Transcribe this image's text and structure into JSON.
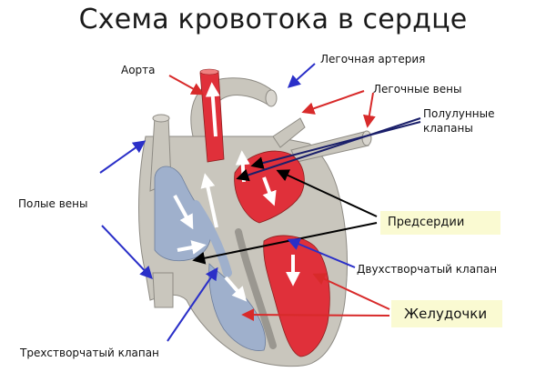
{
  "title": "Схема кровотока в сердце",
  "labels": {
    "aorta": "Аорта",
    "pulmonary_artery": "Легочная артерия",
    "pulmonary_veins": "Легочные вены",
    "semilunar_valves_line1": "Полулунные",
    "semilunar_valves_line2": "клапаны",
    "vena_cava": "Полые  вены",
    "atria": "Предсердии",
    "bicuspid_valve": "Двухстворчатый клапан",
    "ventricles": "Желудочки",
    "tricuspid_valve": "Трехстворчатый клапан"
  },
  "colors": {
    "arterial_red": "#e0303a",
    "venous_blue": "#9fb0cc",
    "tissue_gray": "#c9c6bd",
    "arrow_blue": "#2a2fc8",
    "arrow_red": "#d82a2a",
    "arrow_black": "#000000",
    "highlight_box": "#fafad2"
  },
  "icons": [
    "aorta-flow-arrow",
    "pulmonary-artery-flow-arrow",
    "blood-flow-arrow"
  ]
}
